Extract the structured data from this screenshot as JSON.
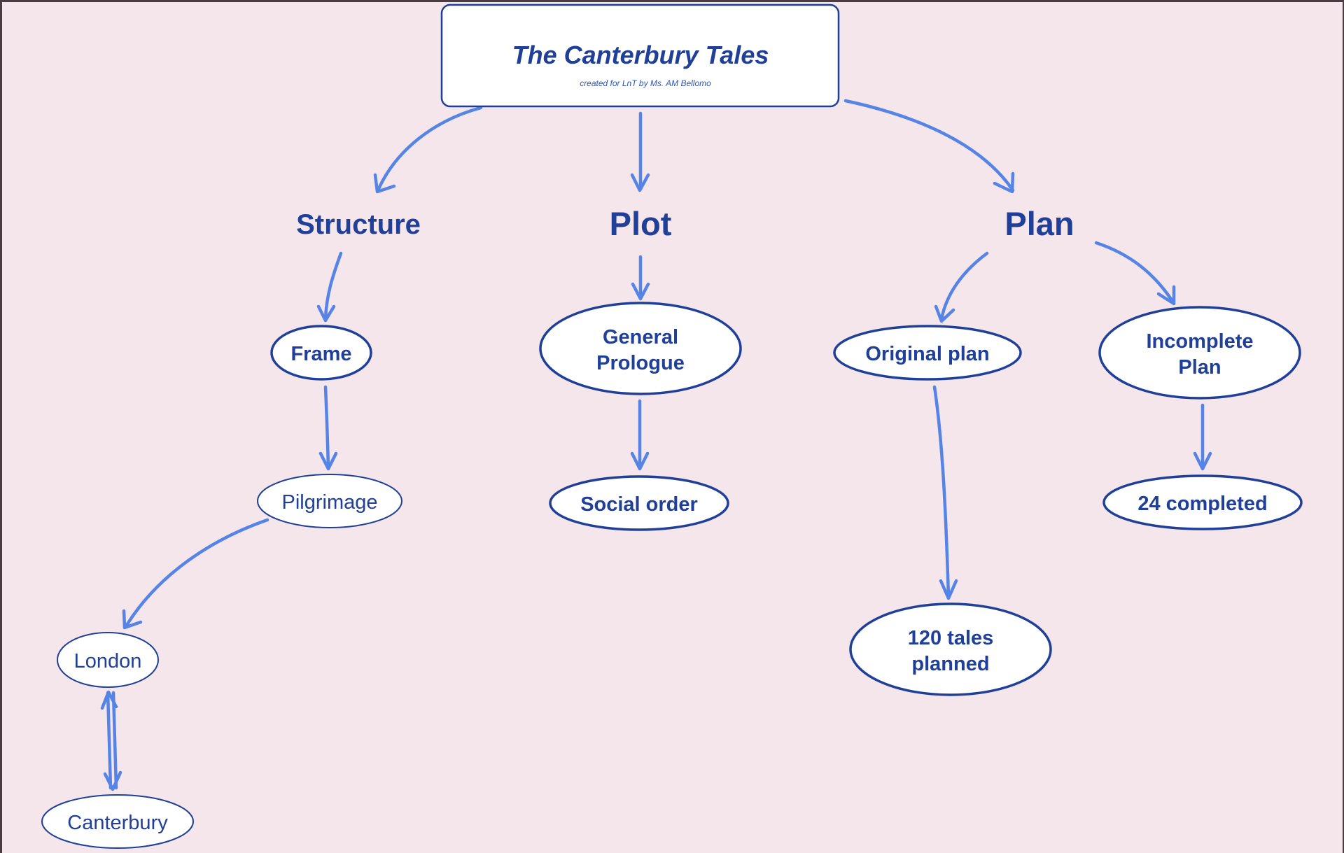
{
  "colors": {
    "background": "#f4e6ea",
    "node_stroke": "#1f3f99",
    "text": "#1f3f99",
    "arrow": "#5584e6",
    "node_fill": "#ffffff"
  },
  "title": {
    "text": "The Canterbury Tales",
    "subtitle": "created for LnT by Ms. AM Bellomo"
  },
  "topics": {
    "structure": "Structure",
    "plot": "Plot",
    "plan": "Plan"
  },
  "nodes": {
    "frame": {
      "lines": [
        "Frame"
      ]
    },
    "pilgrimage": {
      "lines": [
        "Pilgrimage"
      ]
    },
    "london": {
      "lines": [
        "London"
      ]
    },
    "canterbury": {
      "lines": [
        "Canterbury"
      ]
    },
    "general_prologue": {
      "lines": [
        "General",
        "Prologue"
      ]
    },
    "social_order": {
      "lines": [
        "Social order"
      ]
    },
    "original_plan": {
      "lines": [
        "Original plan"
      ]
    },
    "incomplete_plan": {
      "lines": [
        "Incomplete",
        "Plan"
      ]
    },
    "completed": {
      "lines": [
        "24 completed"
      ]
    },
    "tales_planned": {
      "lines": [
        "120 tales",
        "planned"
      ]
    }
  },
  "edges": [
    {
      "from": "title",
      "to": "structure"
    },
    {
      "from": "title",
      "to": "plot"
    },
    {
      "from": "title",
      "to": "plan"
    },
    {
      "from": "structure",
      "to": "frame"
    },
    {
      "from": "frame",
      "to": "pilgrimage"
    },
    {
      "from": "pilgrimage",
      "to": "london"
    },
    {
      "from": "london",
      "to": "canterbury",
      "bidirectional": true
    },
    {
      "from": "plot",
      "to": "general_prologue"
    },
    {
      "from": "general_prologue",
      "to": "social_order"
    },
    {
      "from": "plan",
      "to": "original_plan"
    },
    {
      "from": "plan",
      "to": "incomplete_plan"
    },
    {
      "from": "original_plan",
      "to": "tales_planned"
    },
    {
      "from": "incomplete_plan",
      "to": "completed"
    }
  ]
}
